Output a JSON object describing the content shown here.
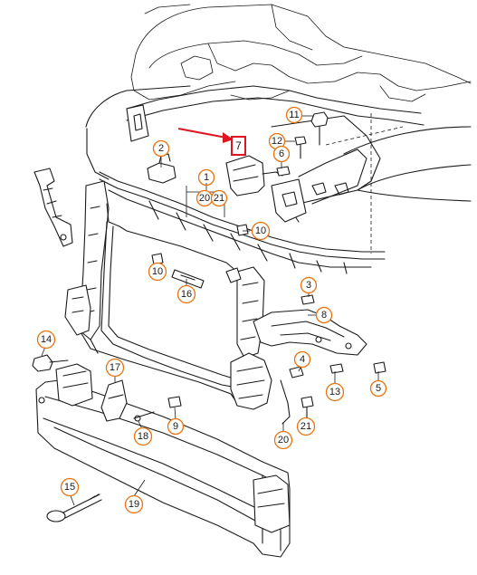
{
  "callouts": {
    "c1": "1",
    "c2": "2",
    "c3": "3",
    "c4": "4",
    "c5": "5",
    "c6": "6",
    "c8": "8",
    "c9": "9",
    "c10a": "10",
    "c10b": "10",
    "c11": "11",
    "c12": "12",
    "c13": "13",
    "c14": "14",
    "c15": "15",
    "c16": "16",
    "c17": "17",
    "c18": "18",
    "c19": "19",
    "c20a": "20",
    "c21a": "21",
    "c20b": "20",
    "c21b": "21"
  },
  "highlight": {
    "label": "7",
    "box_color": "#e0141e",
    "arrow_color": "#e0141e"
  },
  "colors": {
    "callout_ring": "#e8730e",
    "line": "#1a1a1a"
  }
}
